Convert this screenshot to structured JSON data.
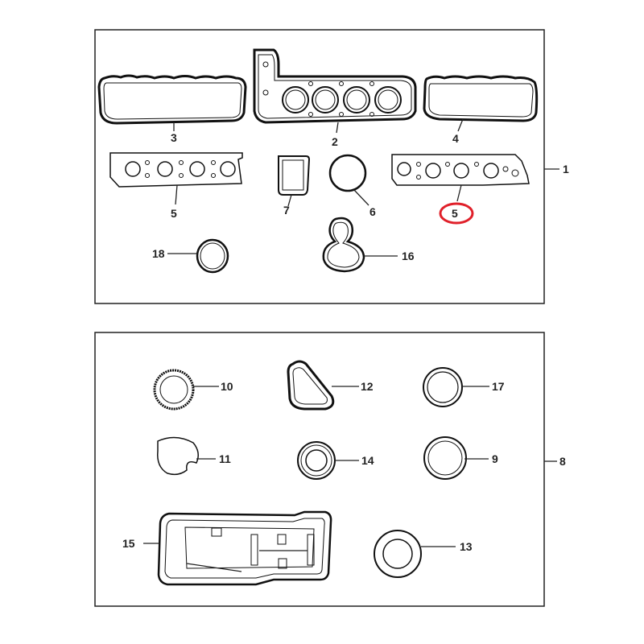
{
  "diagram": {
    "panel_top": {
      "group_label": "1",
      "parts": [
        {
          "id": "valve-cover-gasket-left",
          "callout": "3"
        },
        {
          "id": "cylinder-head-gasket",
          "callout": "2"
        },
        {
          "id": "valve-cover-gasket-right",
          "callout": "4"
        },
        {
          "id": "exhaust-manifold-gasket-left",
          "callout": "5"
        },
        {
          "id": "throttle-body-gasket",
          "callout": "7"
        },
        {
          "id": "round-gasket",
          "callout": "6"
        },
        {
          "id": "exhaust-manifold-gasket-right",
          "callout": "5"
        },
        {
          "id": "o-ring",
          "callout": "18"
        },
        {
          "id": "water-pump-gasket",
          "callout": "16"
        }
      ]
    },
    "panel_bottom": {
      "group_label": "8",
      "parts": [
        {
          "id": "seal-10",
          "callout": "10"
        },
        {
          "id": "gasket-12",
          "callout": "12"
        },
        {
          "id": "seal-17",
          "callout": "17"
        },
        {
          "id": "gasket-11",
          "callout": "11"
        },
        {
          "id": "seal-14",
          "callout": "14"
        },
        {
          "id": "seal-9",
          "callout": "9"
        },
        {
          "id": "oil-pan-gasket",
          "callout": "15"
        },
        {
          "id": "seal-13",
          "callout": "13"
        }
      ]
    },
    "highlight": {
      "callout": "5",
      "color": "#e0202a"
    }
  }
}
